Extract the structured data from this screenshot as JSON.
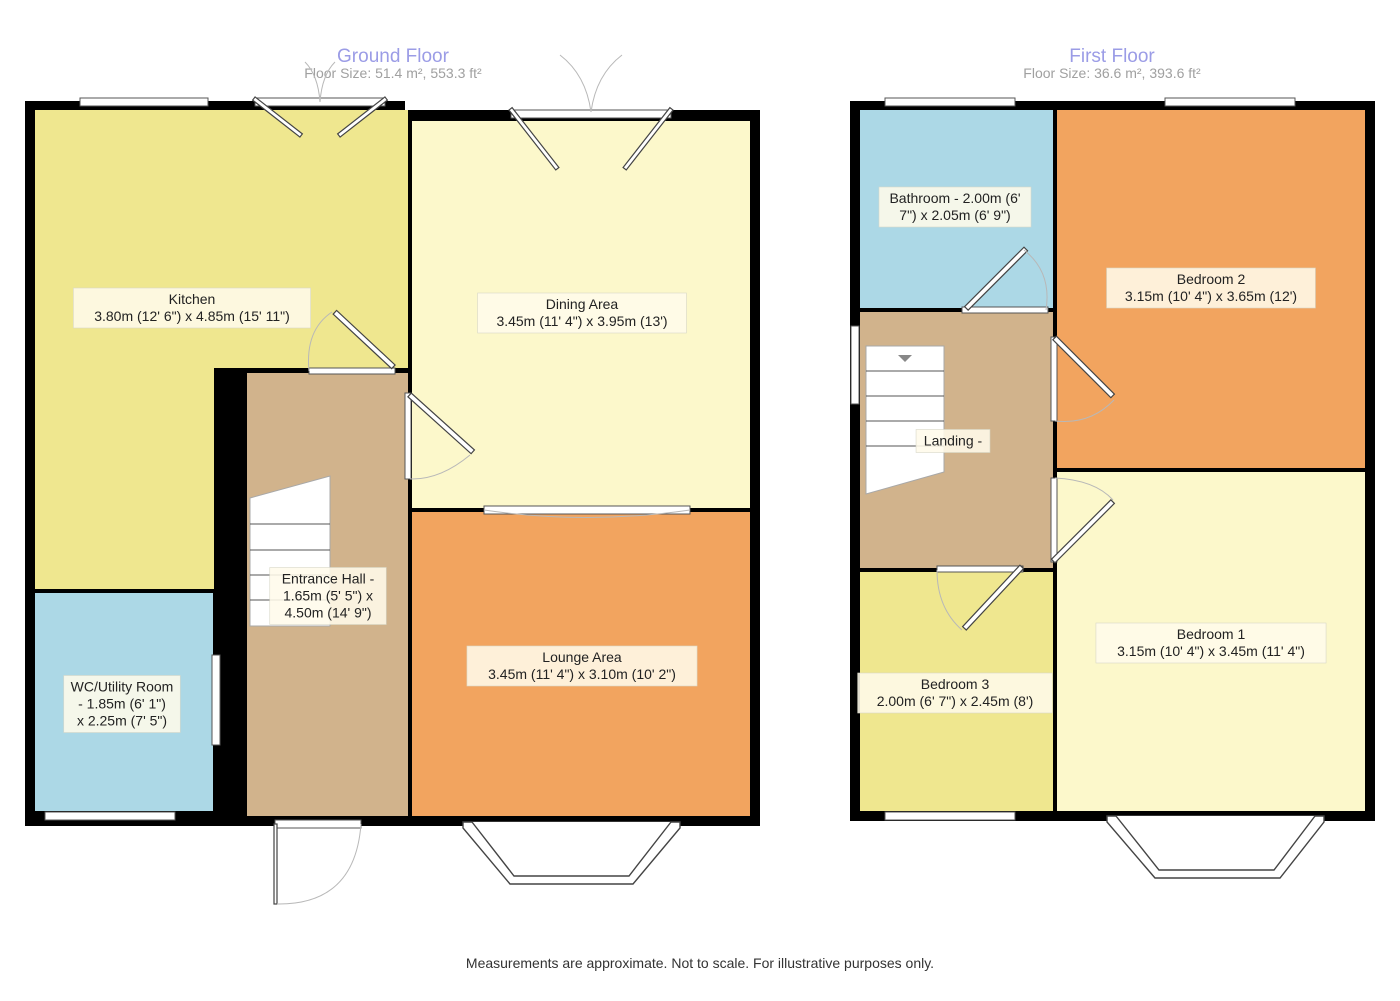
{
  "ground_floor": {
    "title": "Ground Floor",
    "floor_size": "Floor Size: 51.4 m², 553.3 ft²",
    "rooms": {
      "kitchen": {
        "lines": [
          "Kitchen",
          "3.80m (12' 6\") x 4.85m (15' 11\")"
        ],
        "color": "#efe78f"
      },
      "dining": {
        "lines": [
          "Dining Area",
          "3.45m (11' 4\") x 3.95m (13')"
        ],
        "color": "#fcf8cb"
      },
      "hall": {
        "lines": [
          "Entrance Hall -",
          "1.65m (5' 5\") x",
          "4.50m (14' 9\")"
        ],
        "color": "#d1b38c"
      },
      "lounge": {
        "lines": [
          "Lounge Area",
          "3.45m (11' 4\") x 3.10m (10' 2\")"
        ],
        "color": "#f2a45f"
      },
      "wc": {
        "lines": [
          "WC/Utility Room",
          "- 1.85m (6' 1\")",
          "x 2.25m (7' 5\")"
        ],
        "color": "#acd8e6"
      }
    }
  },
  "first_floor": {
    "title": "First Floor",
    "floor_size": "Floor Size: 36.6 m², 393.6 ft²",
    "rooms": {
      "bathroom": {
        "lines": [
          "Bathroom - 2.00m (6'",
          "7\") x 2.05m (6' 9\")"
        ],
        "color": "#acd8e6"
      },
      "bedroom2": {
        "lines": [
          "Bedroom 2",
          "3.15m (10' 4\") x 3.65m (12')"
        ],
        "color": "#f2a45f"
      },
      "landing": {
        "lines": [
          "Landing -"
        ],
        "color": "#d1b38c"
      },
      "bedroom1": {
        "lines": [
          "Bedroom 1",
          "3.15m (10' 4\") x 3.45m (11' 4\")"
        ],
        "color": "#fcf8cb"
      },
      "bedroom3": {
        "lines": [
          "Bedroom 3",
          "2.00m (6' 7\") x 2.45m (8')"
        ],
        "color": "#efe78f"
      }
    }
  },
  "disclaimer": "Measurements are approximate. Not to scale. For illustrative purposes only."
}
